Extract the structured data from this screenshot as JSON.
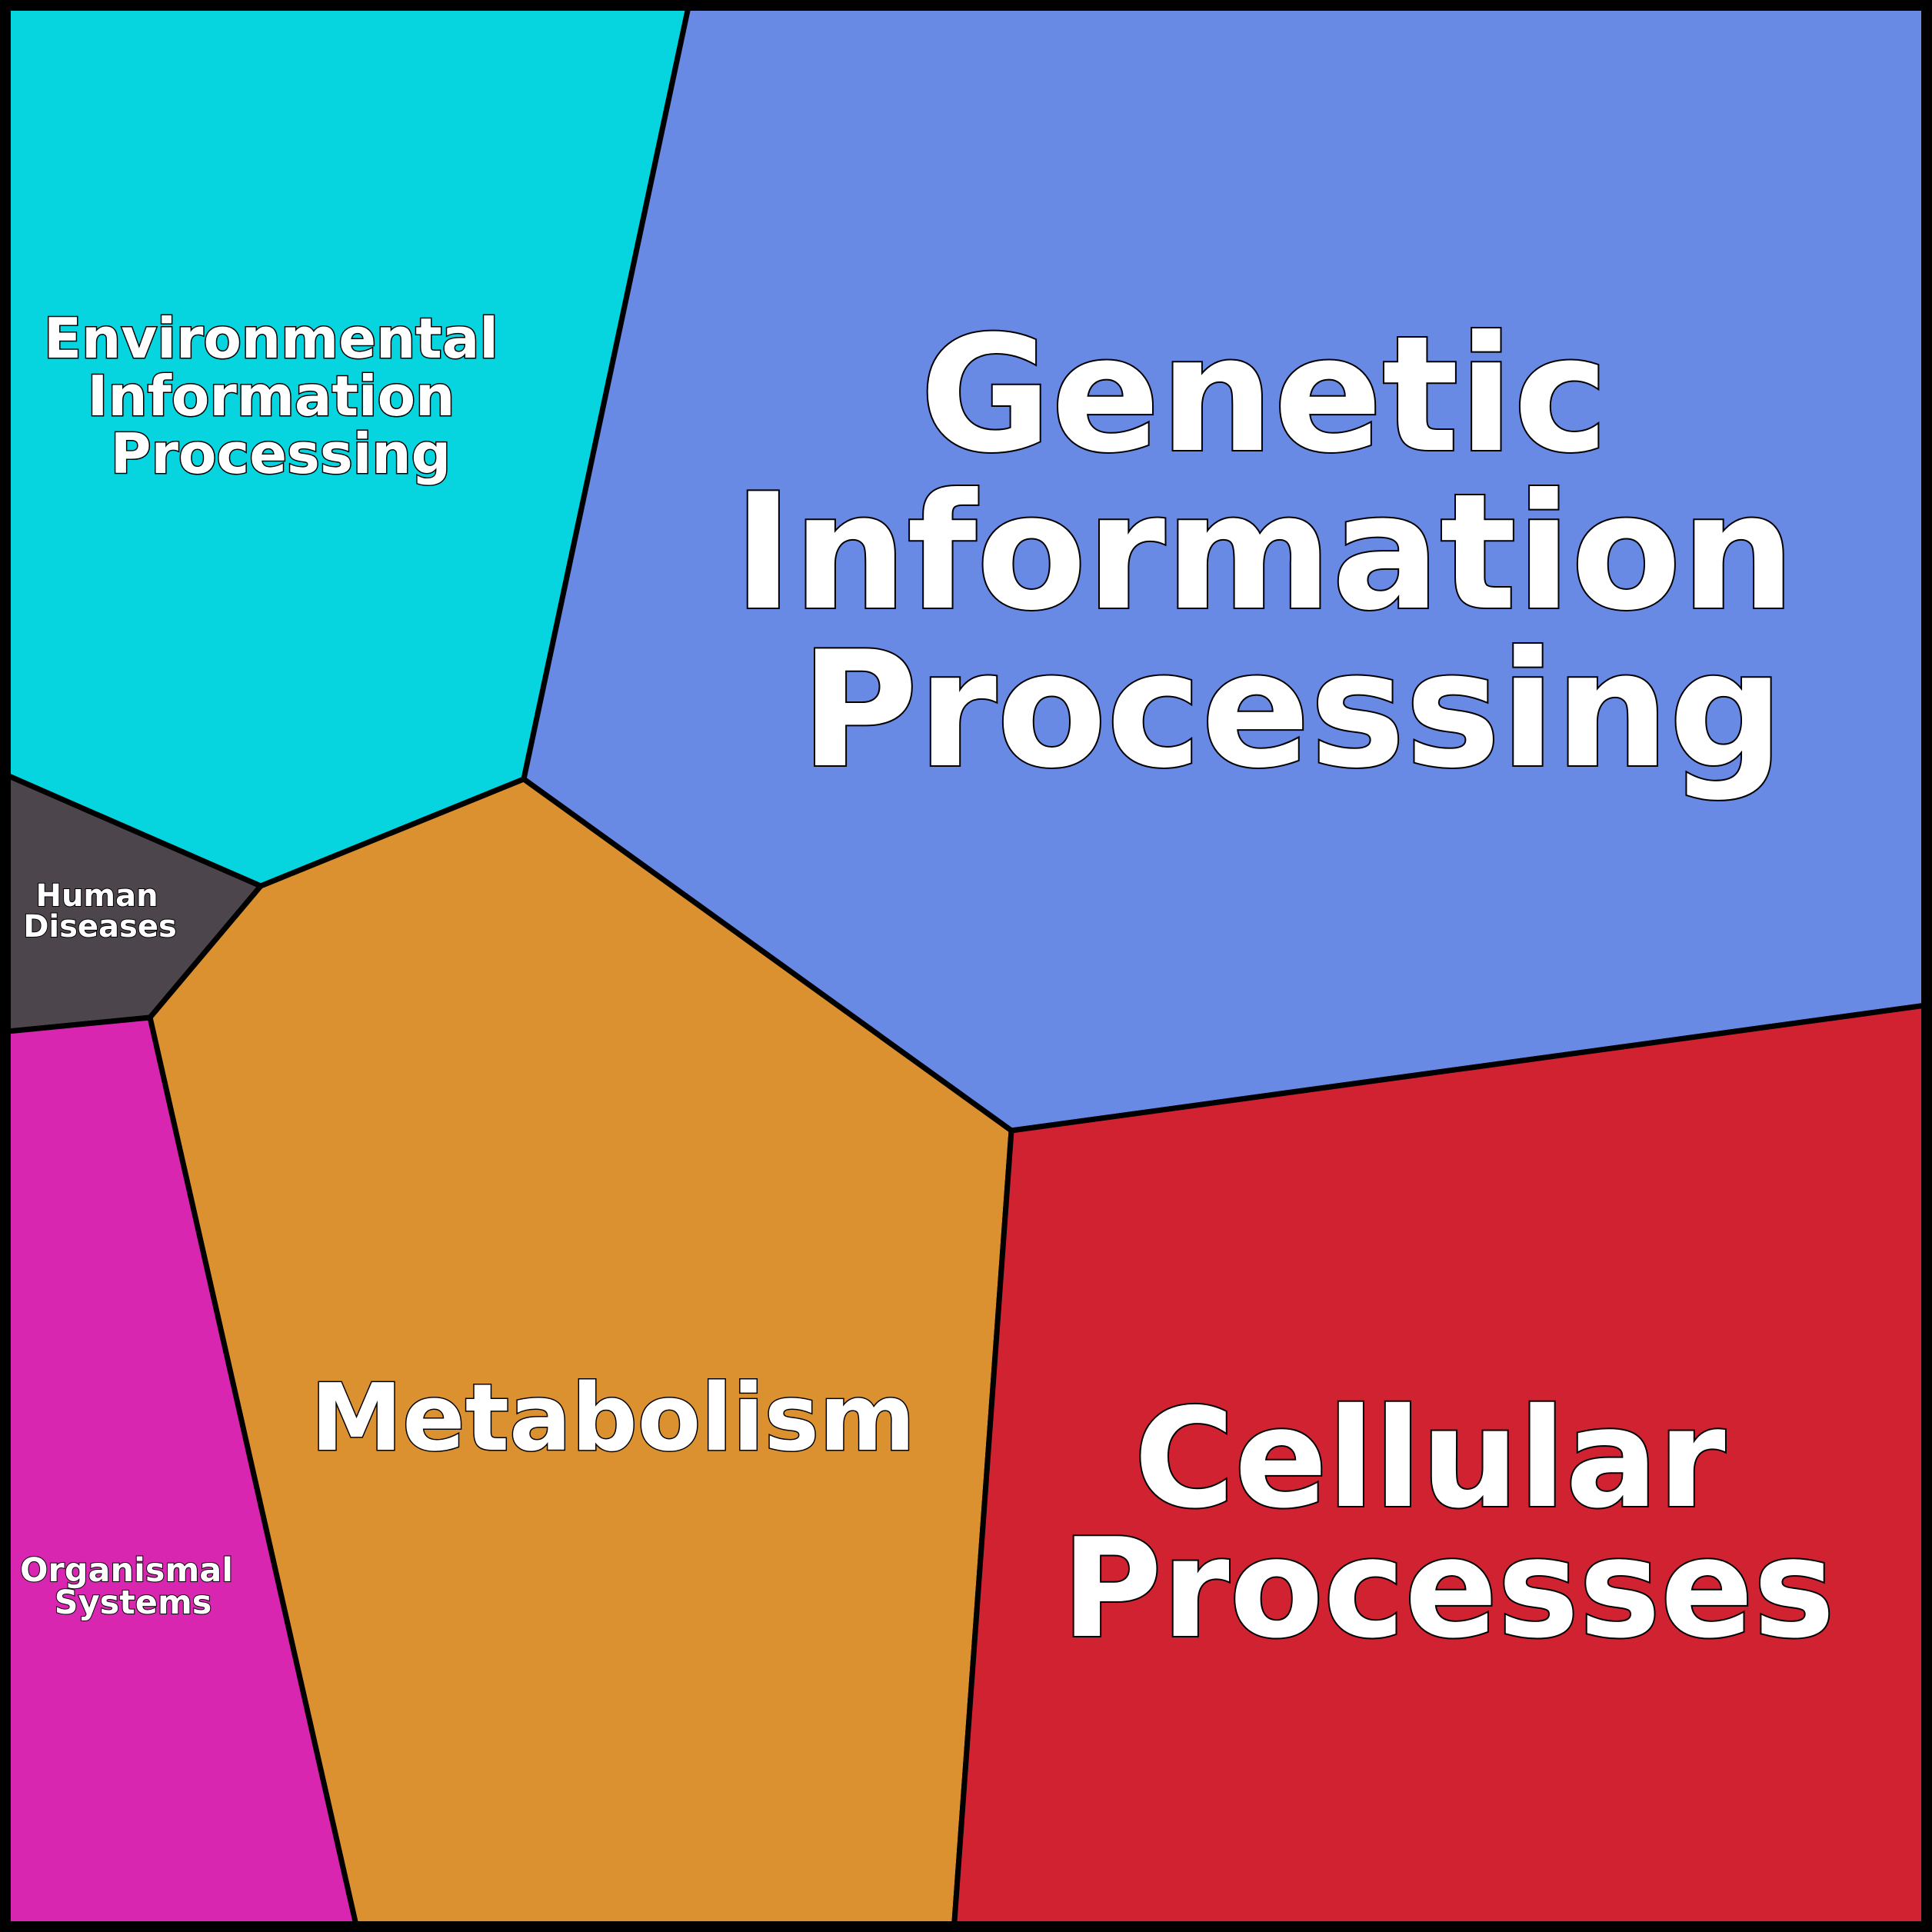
{
  "categories": [
    {
      "key": "environmental",
      "lines": [
        "Environmental",
        "Information",
        "Processing"
      ],
      "color": "#06d4de"
    },
    {
      "key": "genetic",
      "lines": [
        "Genetic",
        "Information",
        "Processing"
      ],
      "color": "#6889e4"
    },
    {
      "key": "human",
      "lines": [
        "Human",
        "Diseases"
      ],
      "color": "#4d454c"
    },
    {
      "key": "metabolism",
      "lines": [
        "Metabolism"
      ],
      "color": "#db9130"
    },
    {
      "key": "organismal",
      "lines": [
        "Organismal",
        "Systems"
      ],
      "color": "#d826b1"
    },
    {
      "key": "cellular",
      "lines": [
        "Cellular",
        "Processes"
      ],
      "color": "#d12231"
    }
  ]
}
